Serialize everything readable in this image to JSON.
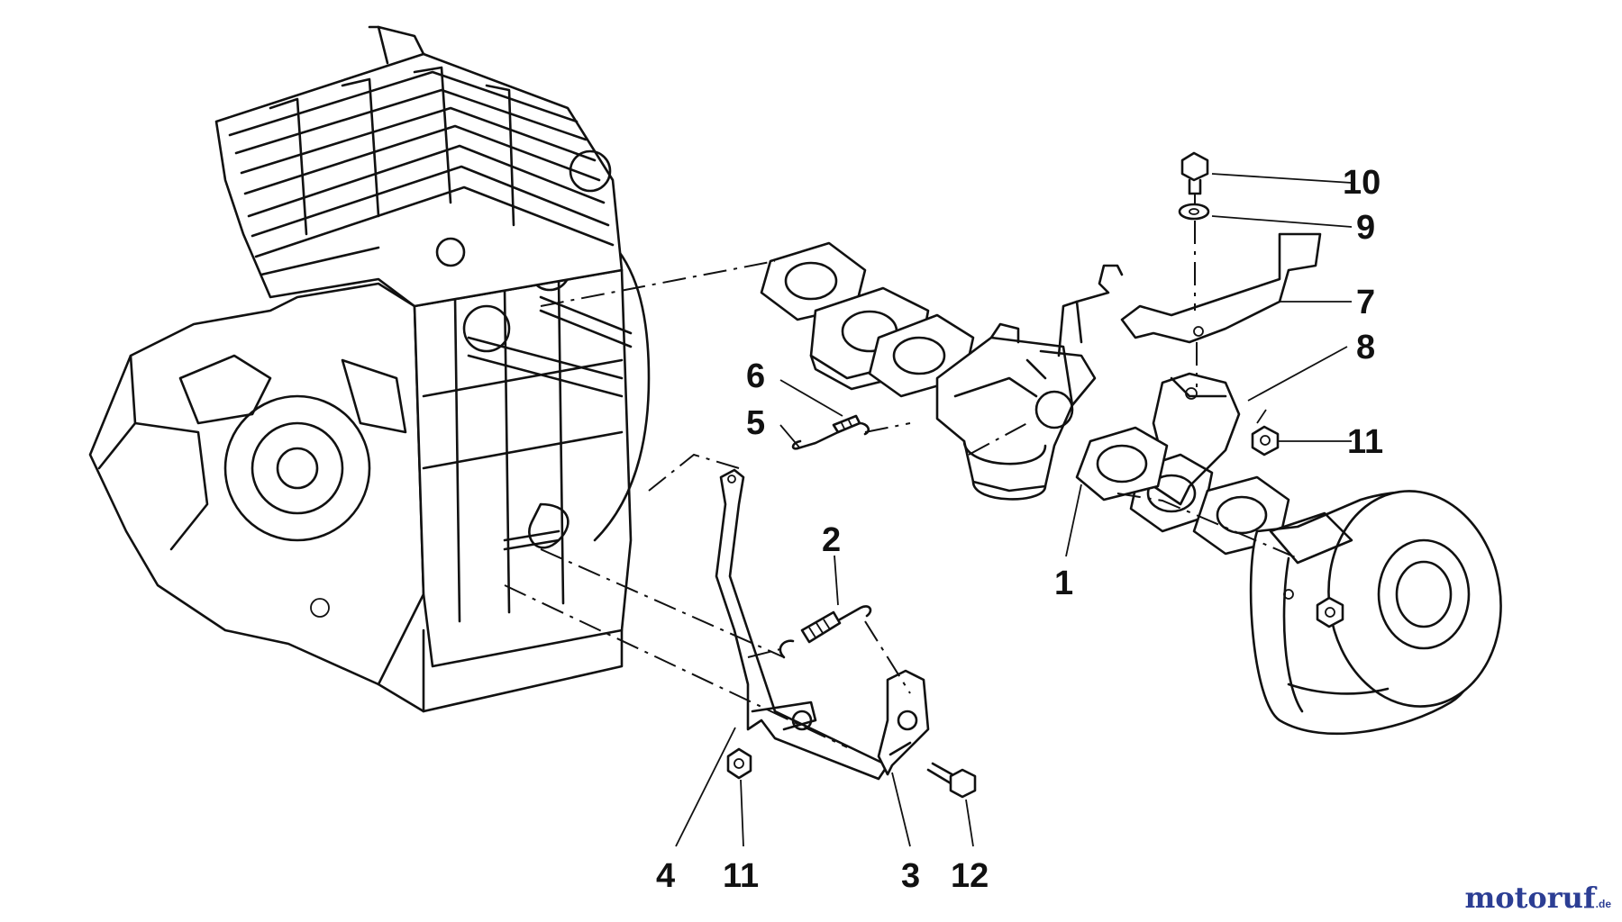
{
  "callouts": [
    {
      "id": "1",
      "label": "1"
    },
    {
      "id": "2",
      "label": "2"
    },
    {
      "id": "3",
      "label": "3"
    },
    {
      "id": "4",
      "label": "4"
    },
    {
      "id": "5",
      "label": "5"
    },
    {
      "id": "6",
      "label": "6"
    },
    {
      "id": "7",
      "label": "7"
    },
    {
      "id": "8",
      "label": "8"
    },
    {
      "id": "9",
      "label": "9"
    },
    {
      "id": "10",
      "label": "10"
    },
    {
      "id": "11a",
      "label": "11"
    },
    {
      "id": "11b",
      "label": "11"
    },
    {
      "id": "12",
      "label": "12"
    }
  ],
  "brand": {
    "name": "motoruf",
    "suffix": ".de"
  }
}
